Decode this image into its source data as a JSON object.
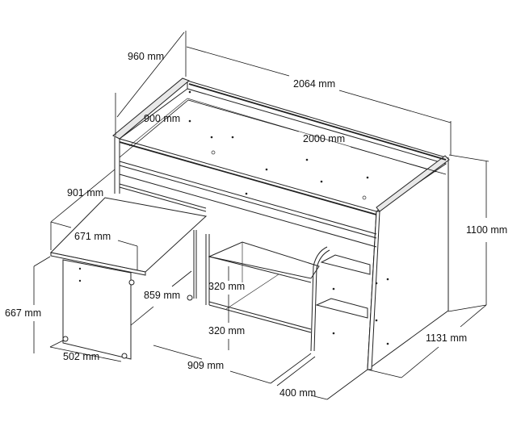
{
  "figure": {
    "title": "",
    "subject": "Loft bed with pull-out desk and shelves — dimensional drawing",
    "line_color": "#222222",
    "background": "#ffffff"
  },
  "dimensions": {
    "bed_width_outer": "960 mm",
    "bed_length_outer": "2064 mm",
    "mattress_width": "900 mm",
    "mattress_length": "2000 mm",
    "height_total": "1100 mm",
    "depth_total": "1131 mm",
    "desk_depth": "901 mm",
    "desk_width": "671 mm",
    "desk_extension": "859 mm",
    "desk_height": "667 mm",
    "desk_base_width": "502 mm",
    "shelf_spacing_upper": "320 mm",
    "shelf_spacing_lower": "320 mm",
    "shelf_opening_width": "909 mm",
    "shelf_depth": "400 mm"
  }
}
